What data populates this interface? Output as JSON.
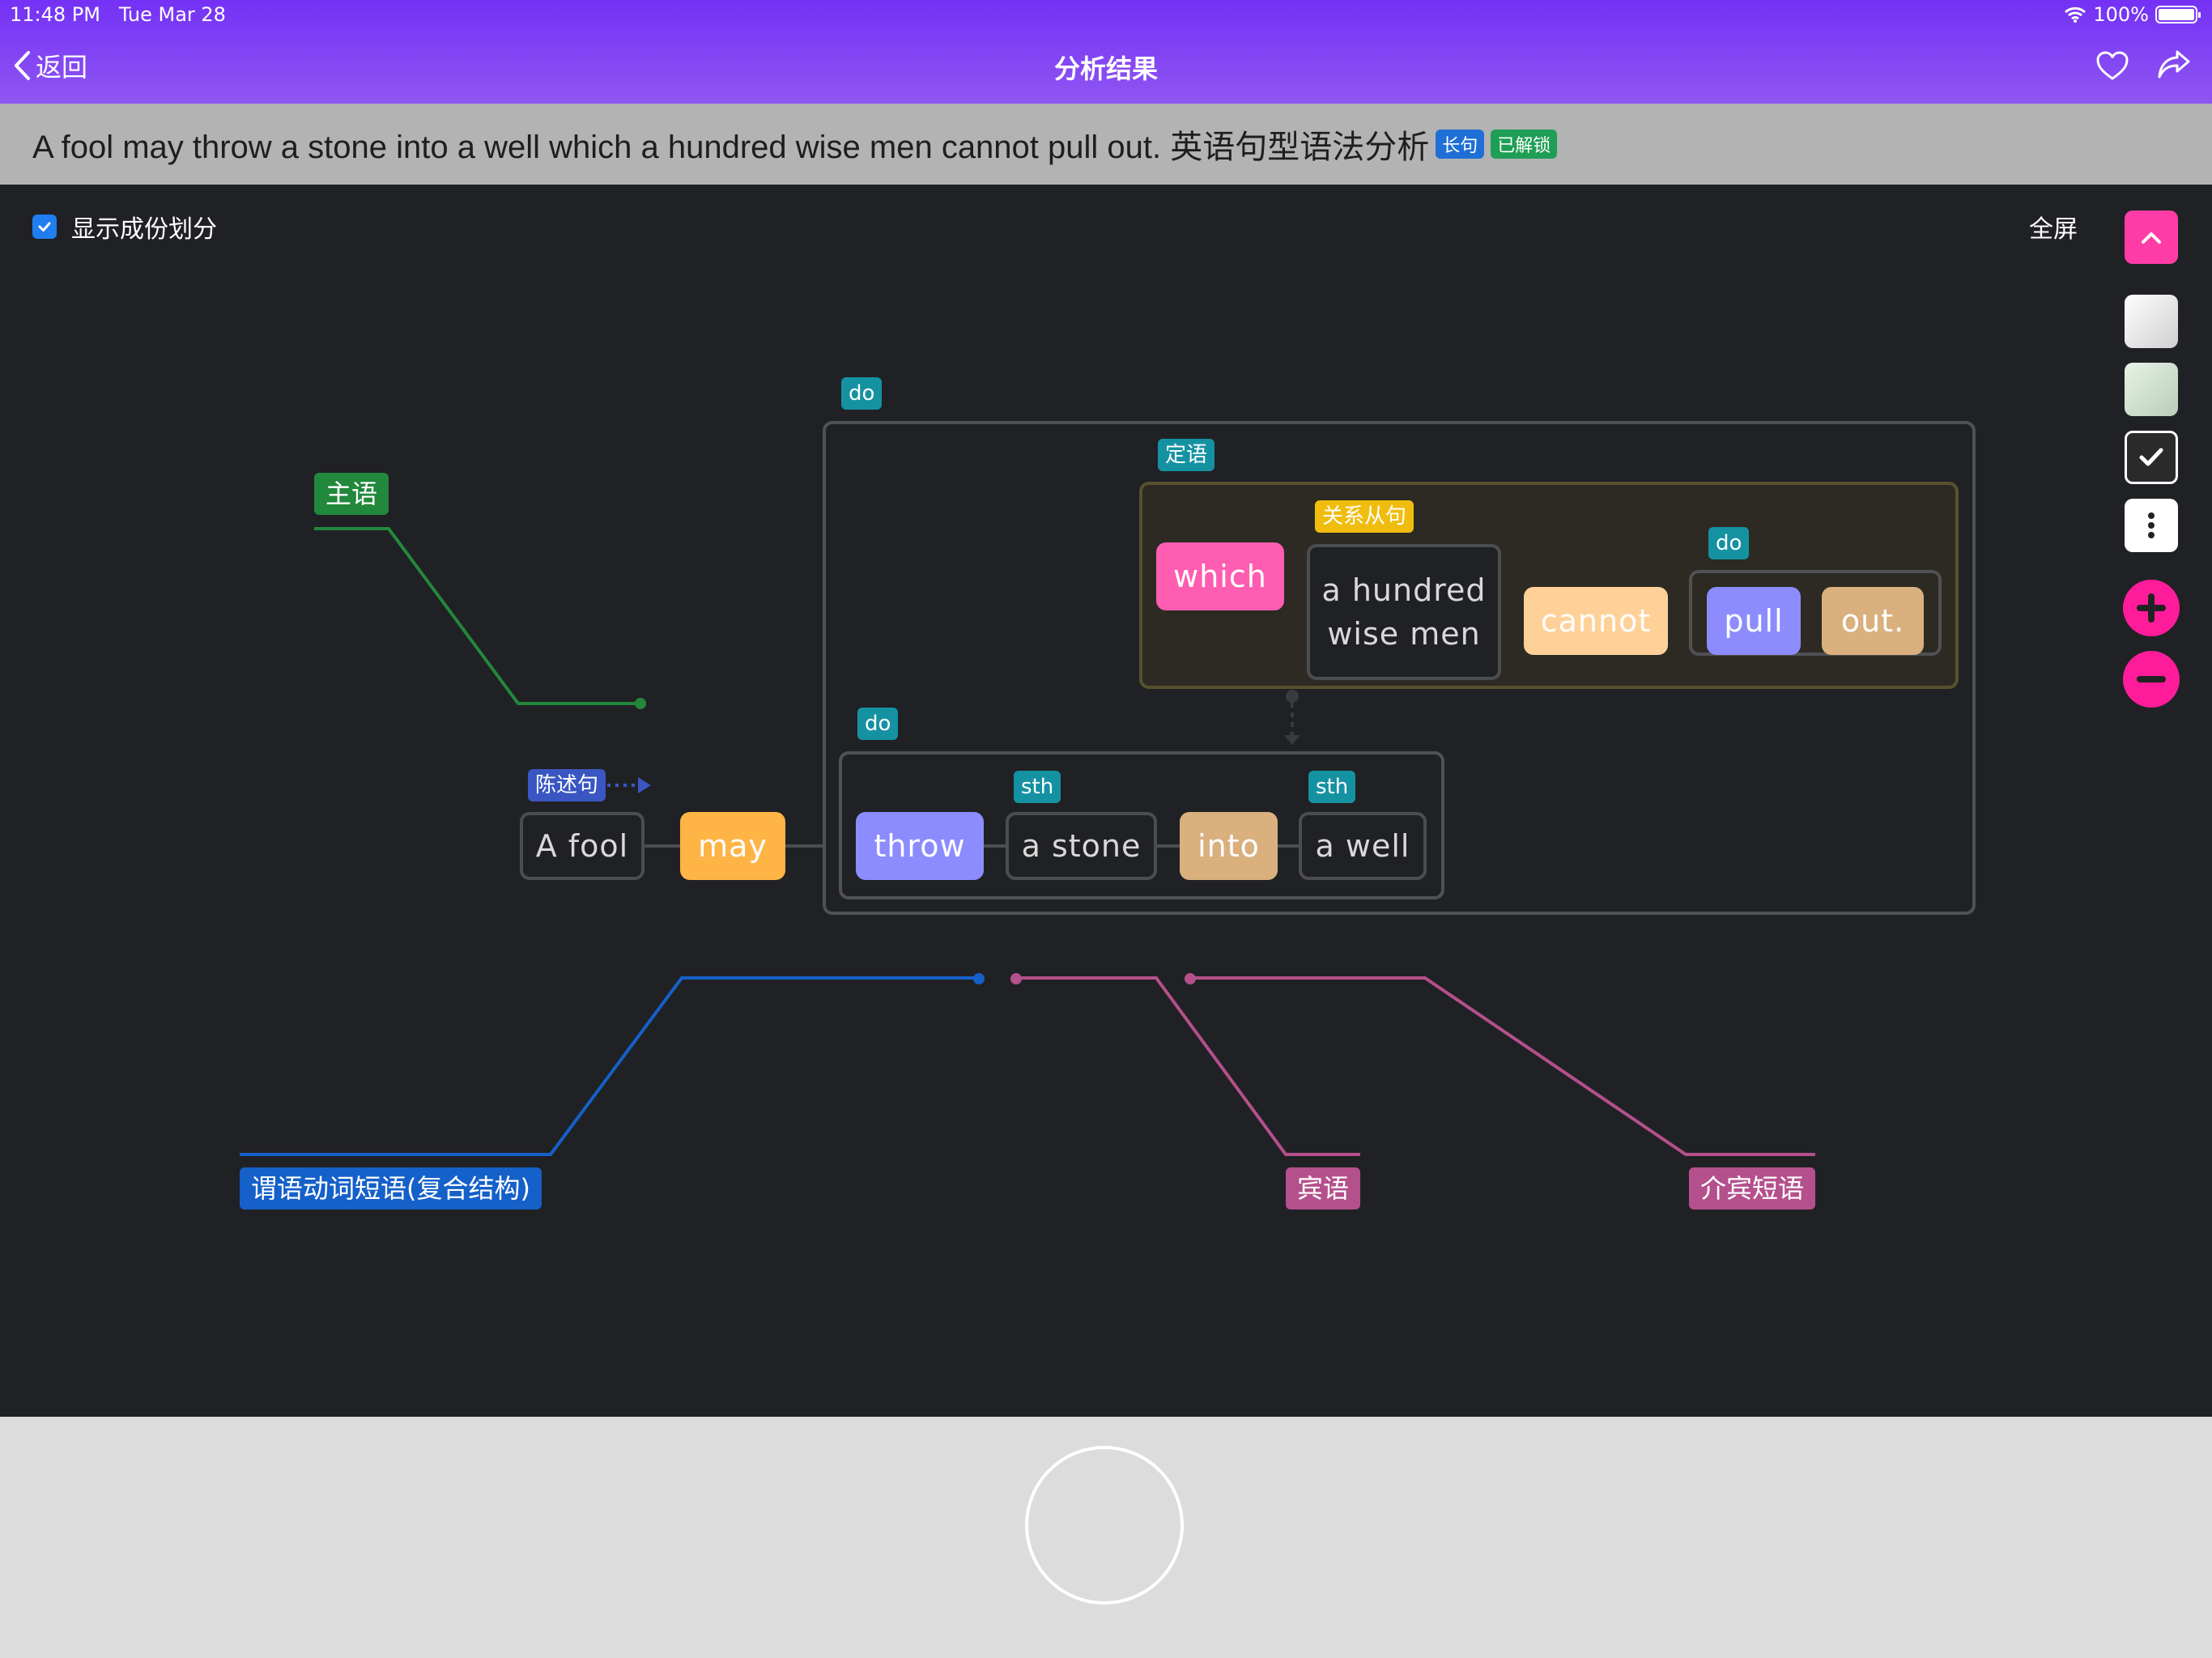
{
  "status_bar": {
    "time": "11:48 PM",
    "date": "Tue Mar 28",
    "battery": "100%"
  },
  "nav": {
    "back_label": "返回",
    "title": "分析结果"
  },
  "sentence": {
    "text": "A fool may throw a stone into a well which a hundred wise men cannot pull out. 英语句型语法分析",
    "badge_long": "长句",
    "badge_unlocked": "已解锁"
  },
  "toolbar": {
    "show_parts_label": "显示成份划分",
    "show_parts_checked": true,
    "fullscreen_label": "全屏"
  },
  "diagram": {
    "labels": {
      "do_outer": "do",
      "attributive": "定语",
      "relative_clause": "关系从句",
      "do_clause": "do",
      "do_inner": "do",
      "declarative": "陈述句",
      "sth_1": "sth",
      "sth_2": "sth"
    },
    "words": {
      "a_fool": "A fool",
      "may": "may",
      "throw": "throw",
      "a_stone": "a stone",
      "into": "into",
      "a_well": "a well",
      "which": "which",
      "a_hundred": "a hundred",
      "wise_men": "wise men",
      "cannot": "cannot",
      "pull": "pull",
      "out": "out."
    },
    "roles": {
      "subject": "主语",
      "predicate": "谓语动词短语(复合结构)",
      "object": "宾语",
      "prep_phrase": "介宾短语"
    },
    "colors": {
      "subject": "#22883c",
      "predicate": "#1560c9",
      "object": "#b4508c",
      "prep_phrase": "#b4508c",
      "tag_teal": "#1592a2",
      "tag_declarative": "#3a56c2",
      "tag_relative": "#f0bd0f"
    }
  },
  "icons": {
    "back": "chevron-left-icon",
    "favorite": "heart-icon",
    "share": "share-icon",
    "collapse": "chevron-up-icon",
    "checked_theme": "checkmark-icon",
    "more": "more-vertical-icon",
    "zoom_in": "plus-icon",
    "zoom_out": "minus-icon",
    "wifi": "wifi-icon",
    "battery": "battery-icon"
  }
}
